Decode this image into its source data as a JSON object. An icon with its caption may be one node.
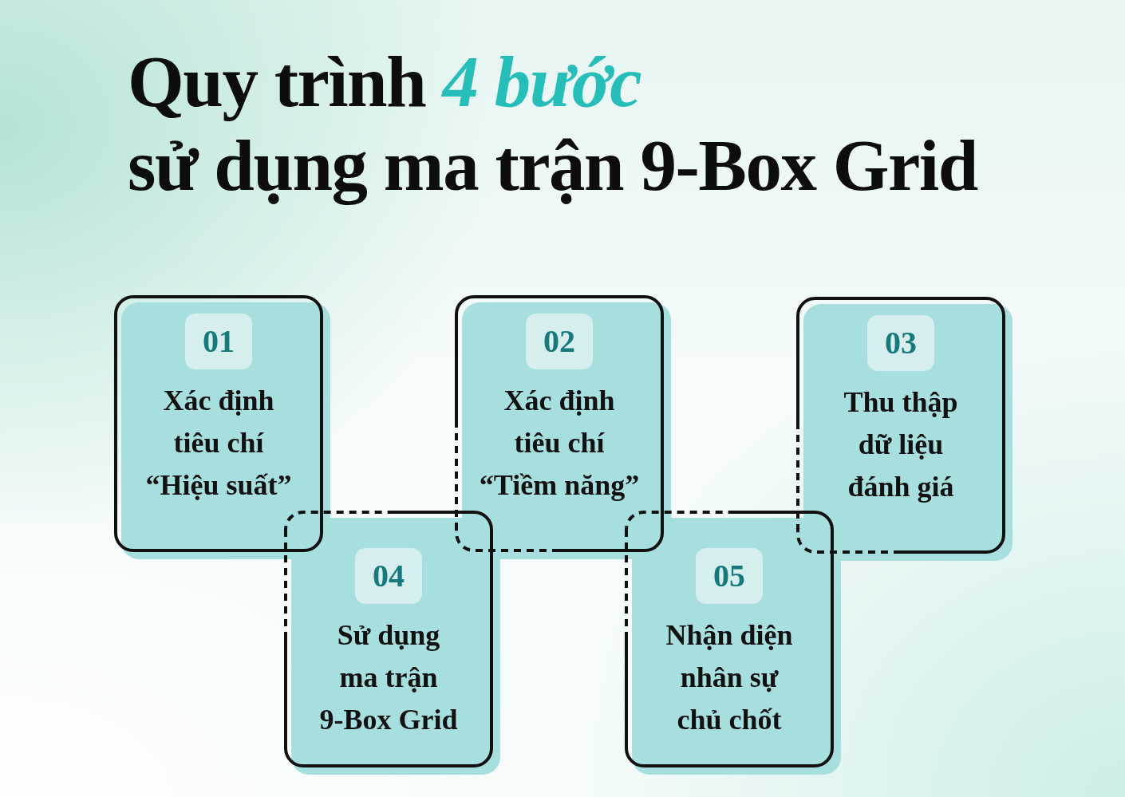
{
  "diagram": {
    "title": "Quy trình *4 bước* sử dụng ma trận 9-Box Grid",
    "nodes": [
      {
        "text": [
          "Xác định tiêu chí “Hiệu suất”"
        ]
      },
      {
        "text": [
          "01"
        ],
        "in": 0
      },
      {
        "text": [
          "Xác định tiêu chí “Tiềm năng”"
        ]
      },
      {
        "text": [
          "02"
        ],
        "in": 2
      },
      {
        "text": [
          "Thu thập dữ liệu đánh giá"
        ]
      },
      {
        "text": [
          "03"
        ],
        "in": 4
      },
      {
        "text": [
          "Sử dụng ma trận 9-Box Grid"
        ]
      },
      {
        "text": [
          "04"
        ],
        "in": 6
      },
      {
        "text": [
          "Nhận diện nhân sự chủ chốt"
        ]
      },
      {
        "text": [
          "05"
        ],
        "in": 8
      }
    ]
  }
}
